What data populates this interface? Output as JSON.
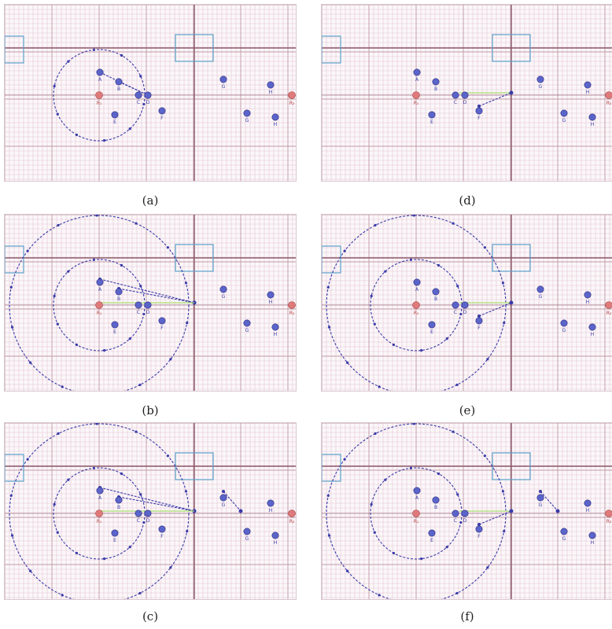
{
  "colors": {
    "fine_grid": "#e4c5d3",
    "major_grid": "#c09aa8",
    "axis": "#8c5a6a",
    "circle": "#3a3aa8",
    "node": "#5b64c8",
    "node_label": "#3a3aa8",
    "endpoint": "#de7a7a",
    "endpoint_label": "#b84848",
    "rect": "#5aa0c8",
    "green_line": "#a8e070"
  },
  "panels": [
    {
      "id": "a",
      "caption": "(a)",
      "circles": [
        1
      ],
      "segments": [
        "ab1",
        "ab2"
      ],
      "green": false
    },
    {
      "id": "b",
      "caption": "(b)",
      "circles": [
        1,
        2
      ],
      "segments": [
        "bb1",
        "bb2",
        "gr"
      ],
      "green": true
    },
    {
      "id": "c",
      "caption": "(c)",
      "circles": [
        1,
        2
      ],
      "segments": [
        "bb1",
        "bb2",
        "gr",
        "rt"
      ],
      "green": true
    },
    {
      "id": "d",
      "caption": "(d)",
      "circles": [],
      "segments": [
        "gr_short",
        "dd"
      ],
      "green": true
    },
    {
      "id": "e",
      "caption": "(e)",
      "circles": [
        1,
        2
      ],
      "segments": [
        "gr_short",
        "dd"
      ],
      "green": true
    },
    {
      "id": "f",
      "caption": "(f)",
      "circles": [
        1,
        2
      ],
      "segments": [
        "gr_short",
        "dd",
        "rt2"
      ],
      "green": true
    }
  ],
  "labels": {
    "node_a": "A",
    "node_b": "B",
    "node_c": "C",
    "node_d": "D",
    "node_e": "E",
    "node_f": "F",
    "node_g": "G",
    "node_h": "H",
    "start": "R₁",
    "goal": "R₂"
  }
}
